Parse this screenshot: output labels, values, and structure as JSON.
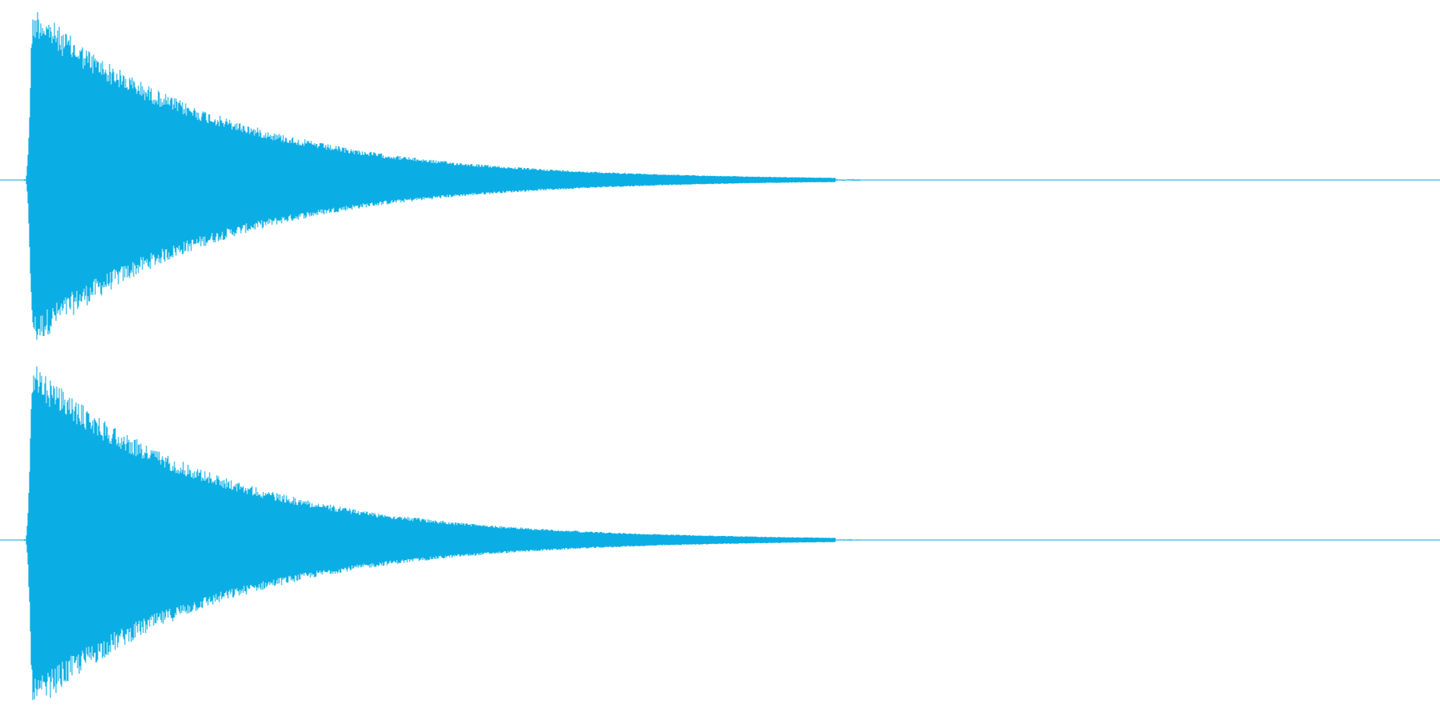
{
  "waveform": {
    "color": "#0aaee4",
    "background": "#ffffff",
    "channel_count": 2,
    "channels": [
      {
        "id": "left",
        "envelope": {
          "peak_position": 0.022,
          "peak_amplitude_up": 1.0,
          "peak_amplitude_down": 0.95,
          "decay_end_position": 0.58,
          "noise": 0.18
        }
      },
      {
        "id": "right",
        "envelope": {
          "peak_position": 0.022,
          "peak_amplitude_up": 1.0,
          "peak_amplitude_down": 0.98,
          "decay_end_position": 0.58,
          "noise": 0.18
        }
      }
    ]
  }
}
